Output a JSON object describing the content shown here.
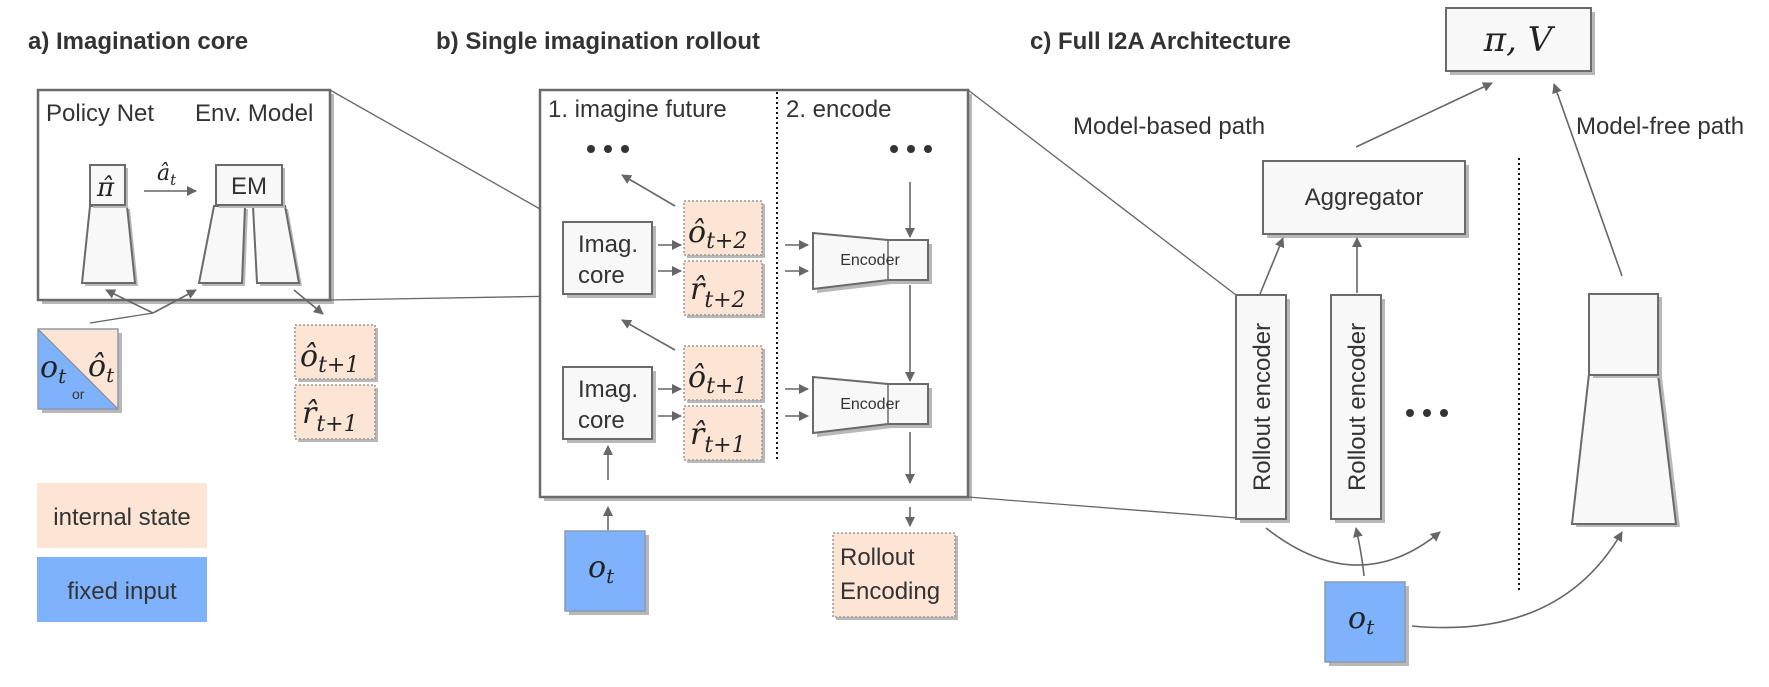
{
  "panels": {
    "a": {
      "title": "a) Imagination core",
      "policy_label": "Policy Net",
      "env_label": "Env. Model",
      "policy_symbol": "π̂",
      "action_symbol": "â",
      "action_sub": "t",
      "em_label": "EM",
      "input_left": "o",
      "input_left_sub": "t",
      "input_or": "or",
      "input_right": "ô",
      "input_right_sub": "t",
      "out_obs": "ô",
      "out_obs_sub": "t+1",
      "out_rew": "r̂",
      "out_rew_sub": "t+1"
    },
    "b": {
      "title": "b) Single imagination rollout",
      "section1": "1. imagine future",
      "section2": "2. encode",
      "ellipsis": "• • •",
      "imag_core_line1": "Imag.",
      "imag_core_line2": "core",
      "obs2": "ô",
      "obs2_sub": "t+2",
      "rew2": "r̂",
      "rew2_sub": "t+2",
      "obs1": "ô",
      "obs1_sub": "t+1",
      "rew1": "r̂",
      "rew1_sub": "t+1",
      "encoder_label": "Encoder",
      "input": "o",
      "input_sub": "t",
      "output_line1": "Rollout",
      "output_line2": "Encoding"
    },
    "c": {
      "title": "c) Full I2A Architecture",
      "output": "π, V",
      "model_based": "Model-based path",
      "model_free": "Model-free path",
      "aggregator": "Aggregator",
      "rollout_encoder": "Rollout encoder",
      "ellipsis": "• • •",
      "input": "o",
      "input_sub": "t"
    }
  },
  "legend": {
    "internal_state": "internal state",
    "fixed_input": "fixed input"
  },
  "colors": {
    "internal_state": "#fde5d6",
    "fixed_input": "#7fb2fc",
    "box_fill": "#f8f8f8",
    "stroke": "#6a6a6a"
  }
}
